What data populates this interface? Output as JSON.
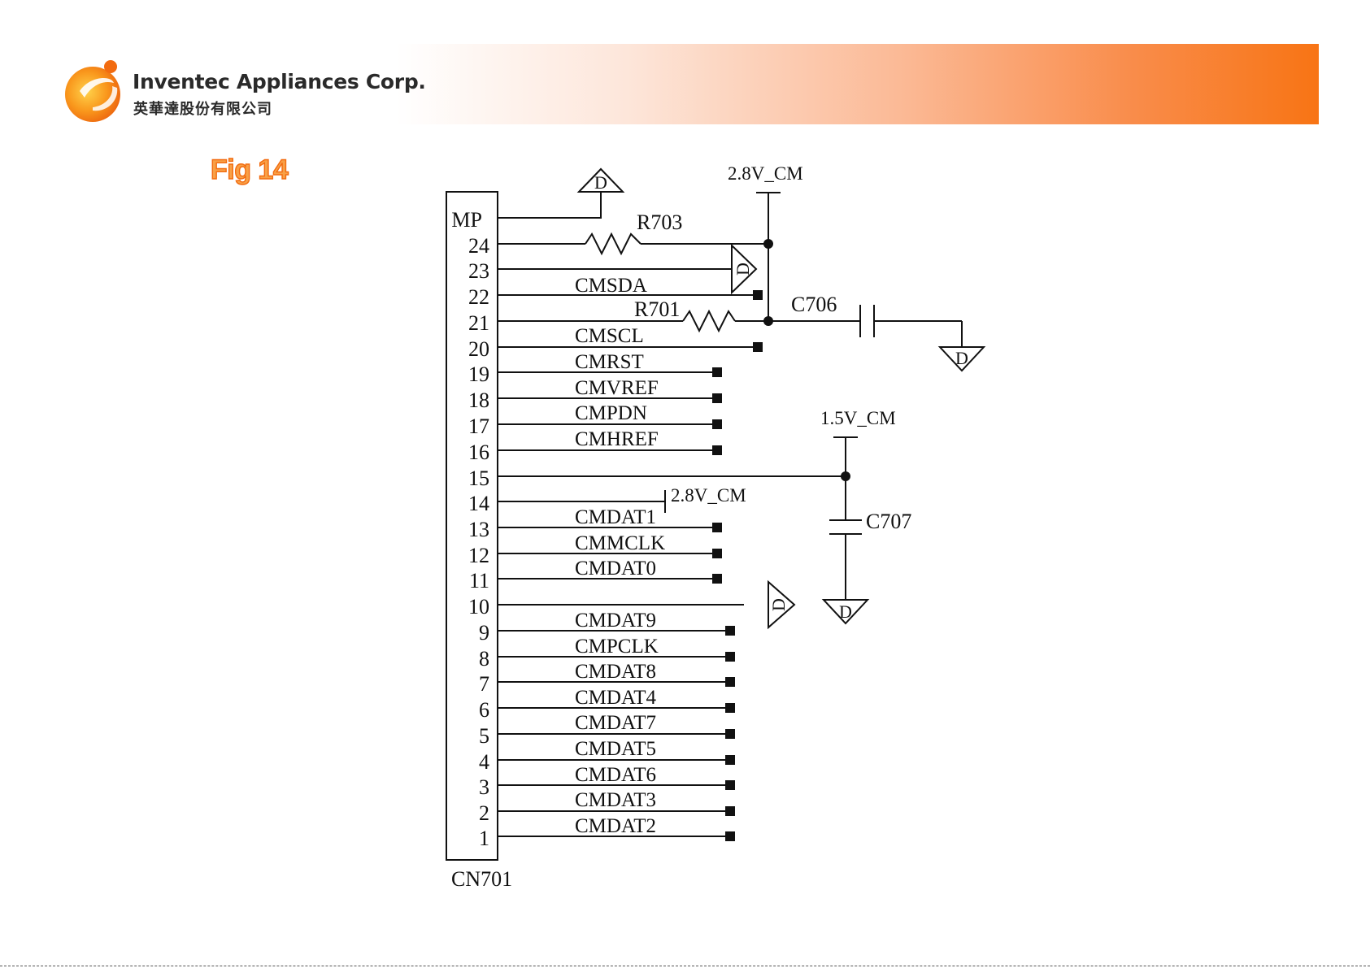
{
  "header": {
    "company_name": "Inventec Appliances Corp.",
    "company_name_cn": "英華達股份有限公司",
    "accent_color": "#f87414"
  },
  "figure": {
    "title": "Fig 14"
  },
  "schematic": {
    "connector": {
      "ref": "CN701",
      "pins": [
        {
          "label": "MP",
          "net": ""
        },
        {
          "label": "24",
          "net": ""
        },
        {
          "label": "23",
          "net": ""
        },
        {
          "label": "22",
          "net": "CMSDA"
        },
        {
          "label": "21",
          "net": ""
        },
        {
          "label": "20",
          "net": "CMSCL"
        },
        {
          "label": "19",
          "net": "CMRST"
        },
        {
          "label": "18",
          "net": "CMVREF"
        },
        {
          "label": "17",
          "net": "CMPDN"
        },
        {
          "label": "16",
          "net": "CMHREF"
        },
        {
          "label": "15",
          "net": ""
        },
        {
          "label": "14",
          "net": ""
        },
        {
          "label": "13",
          "net": "CMDAT1"
        },
        {
          "label": "12",
          "net": "CMMCLK"
        },
        {
          "label": "11",
          "net": "CMDAT0"
        },
        {
          "label": "10",
          "net": ""
        },
        {
          "label": "9",
          "net": "CMDAT9"
        },
        {
          "label": "8",
          "net": "CMPCLK"
        },
        {
          "label": "7",
          "net": "CMDAT8"
        },
        {
          "label": "6",
          "net": "CMDAT4"
        },
        {
          "label": "5",
          "net": "CMDAT7"
        },
        {
          "label": "4",
          "net": "CMDAT5"
        },
        {
          "label": "3",
          "net": "CMDAT6"
        },
        {
          "label": "2",
          "net": "CMDAT3"
        },
        {
          "label": "1",
          "net": "CMDAT2"
        }
      ]
    },
    "resistors": [
      {
        "ref": "R703"
      },
      {
        "ref": "R701"
      }
    ],
    "capacitors": [
      {
        "ref": "C706"
      },
      {
        "ref": "C707"
      }
    ],
    "power_rails": [
      {
        "label": "2.8V_CM"
      },
      {
        "label": "1.5V_CM"
      },
      {
        "label": "2.8V_CM"
      }
    ],
    "ground_label": "D"
  }
}
